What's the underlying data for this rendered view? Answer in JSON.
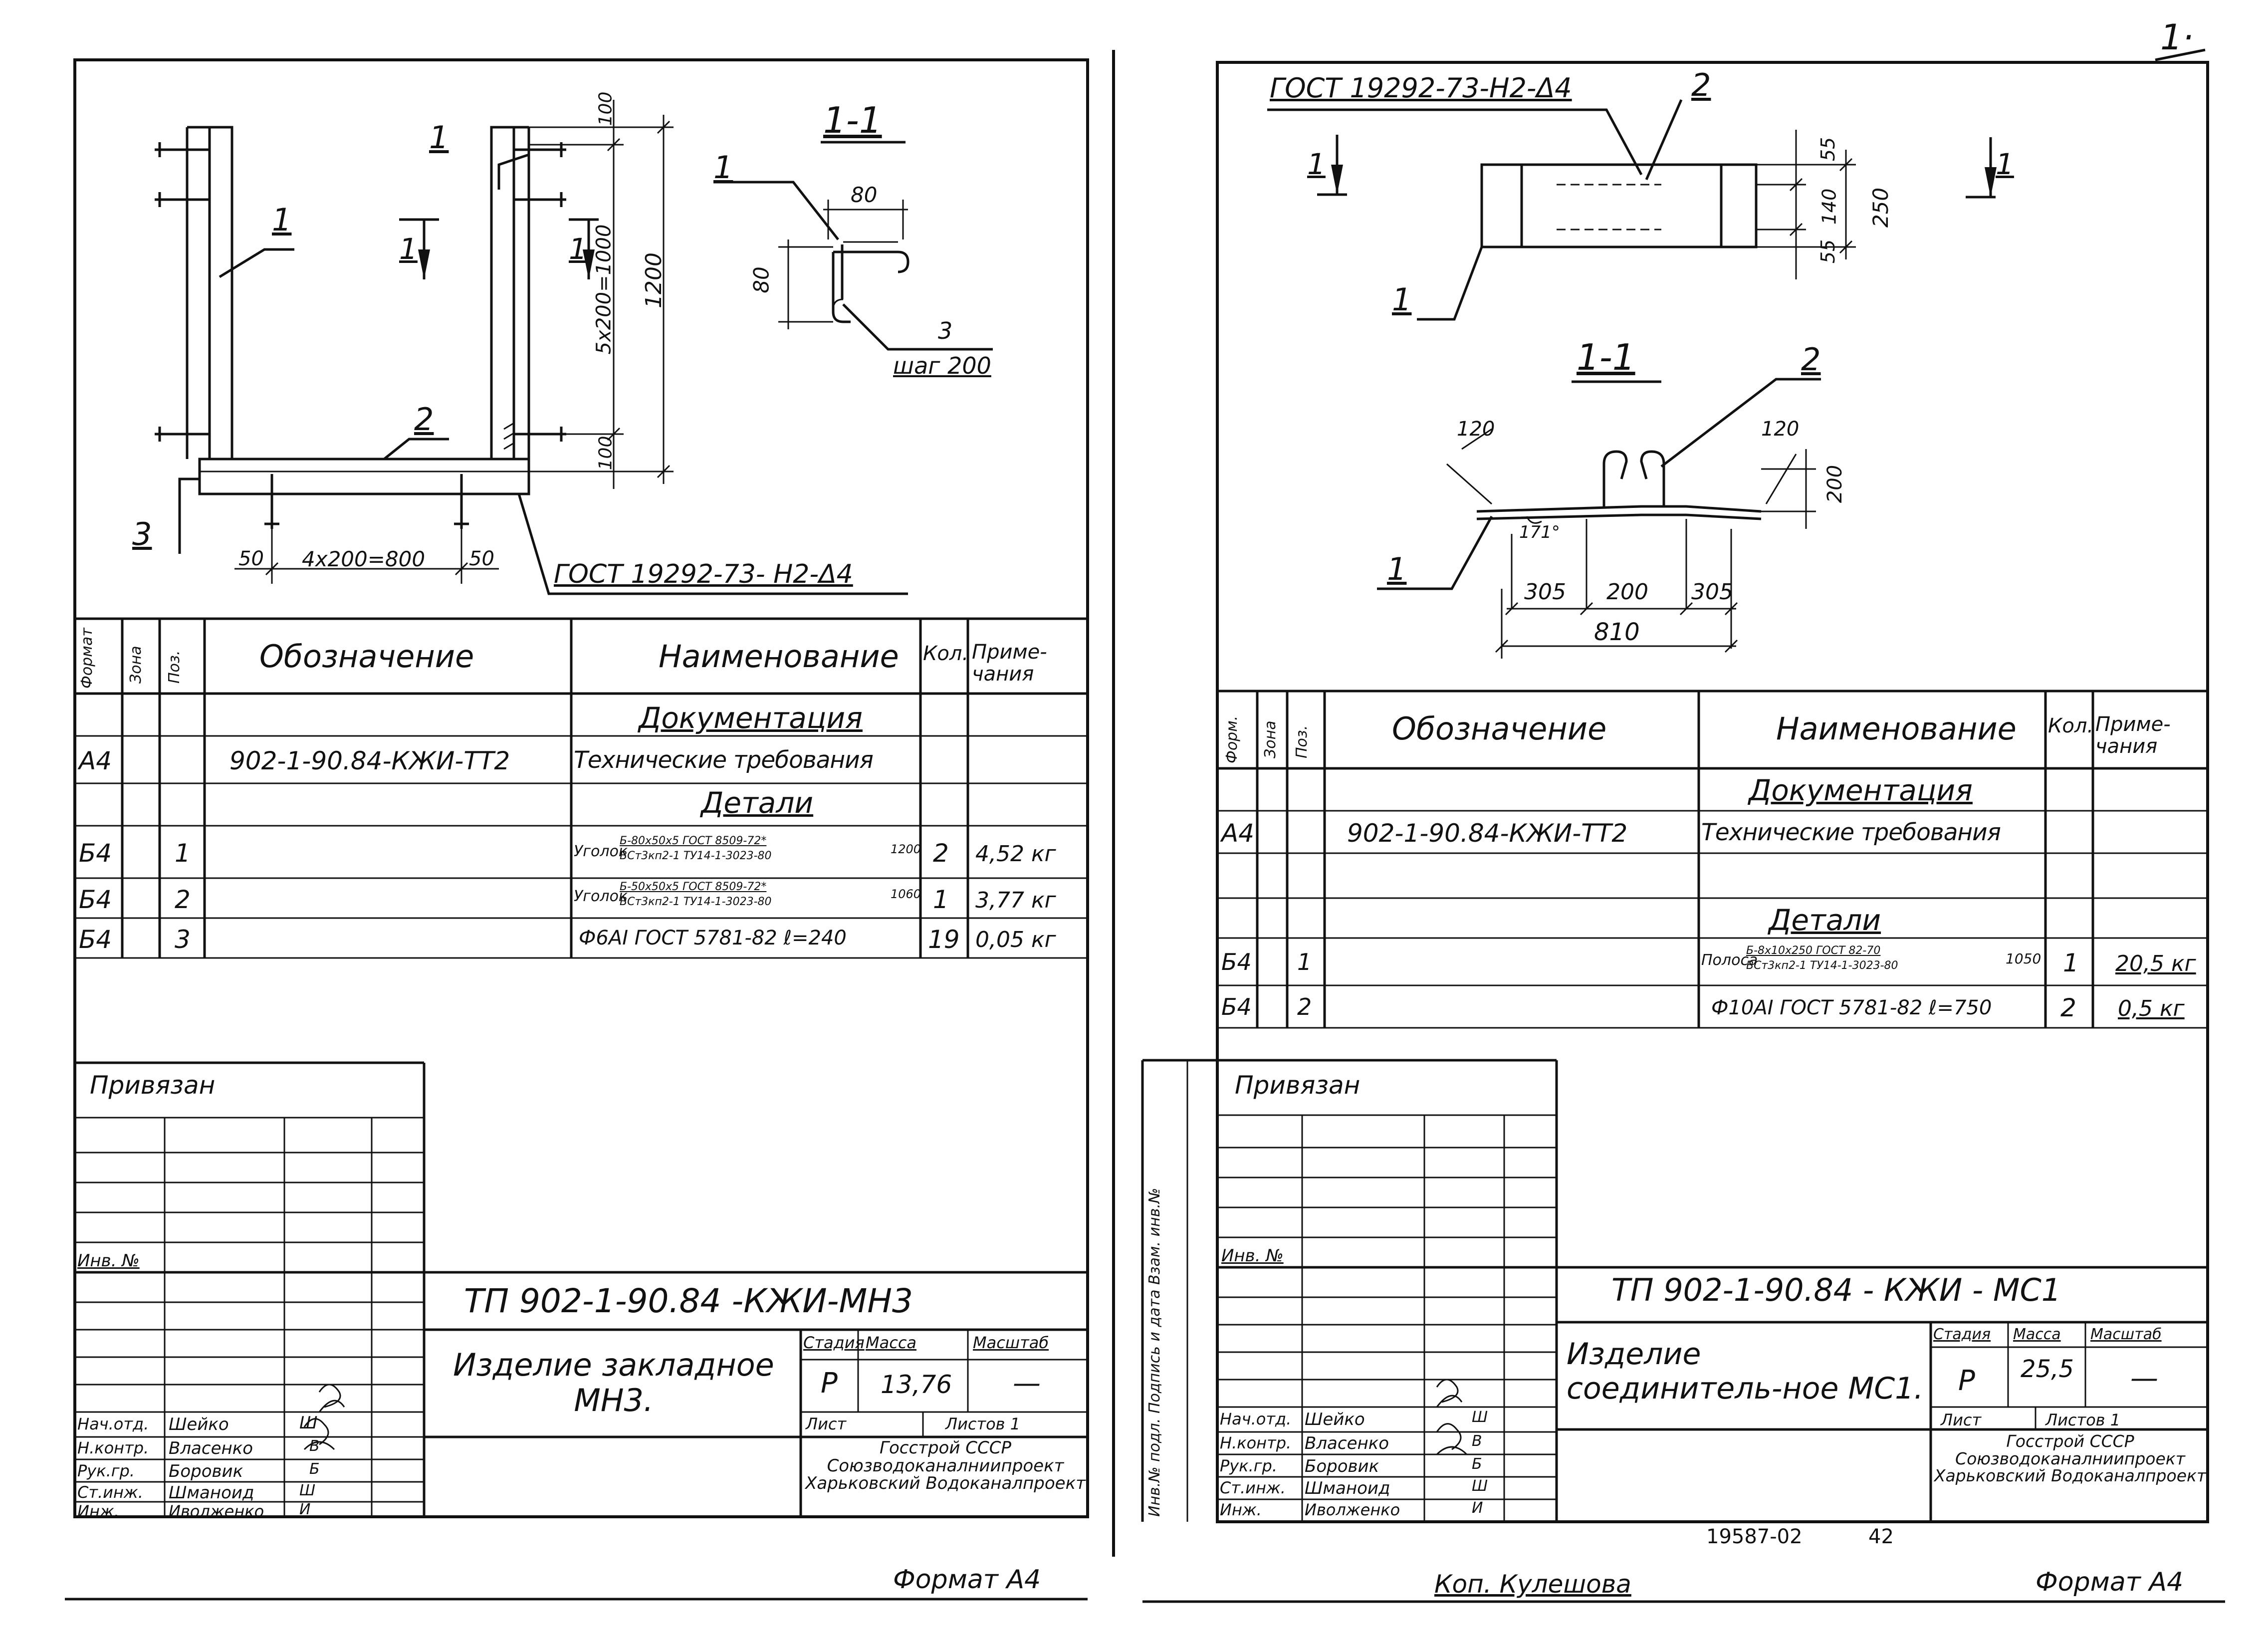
{
  "colors": {
    "ink": "#111111",
    "paper": "#ffffff"
  },
  "corner_mark": "1·",
  "left": {
    "drawing": {
      "label_pos1": "1",
      "label_pos2": "2",
      "label_pos3": "3",
      "section_mark": "1",
      "section_title": "1-1",
      "dim_100_top": "100",
      "dim_stack": "5x200=1000",
      "dim_1200": "1200",
      "dim_100_bottom": "100",
      "dim_50_left": "50",
      "dim_span": "4x200=800",
      "dim_50_right": "50",
      "dim_80_h": "80",
      "dim_80_v": "80",
      "pos3_step": "шаг 200",
      "weld_note": "ГОСТ 19292-73- Н2-Δ4"
    },
    "spec": {
      "headers": {
        "format": "Формат",
        "zone": "Зона",
        "pos": "Поз.",
        "designation": "Обозначение",
        "name": "Наименование",
        "qty": "Кол.",
        "note": "Приме-чания"
      },
      "section_docs": "Документация",
      "doc_format": "А4",
      "doc_designation": "902-1-90.84-КЖИ-ТТ2",
      "doc_name": "Технические требования",
      "section_parts": "Детали",
      "rows": [
        {
          "format": "Б4",
          "pos": "1",
          "name": "Уголок",
          "spec_top": "Б-80х50х5 ГОСТ 8509-72*",
          "spec_bottom": "ВСт3кп2-1 ТУ14-1-3023-80",
          "length": "1200",
          "qty": "2",
          "note": "4,52 кг"
        },
        {
          "format": "Б4",
          "pos": "2",
          "name": "Уголок",
          "spec_top": "Б-50х50х5 ГОСТ 8509-72*",
          "spec_bottom": "ВСт3кп2-1 ТУ14-1-3023-80",
          "length": "1060",
          "qty": "1",
          "note": "3,77 кг"
        },
        {
          "format": "Б4",
          "pos": "3",
          "name": "Ф6АI ГОСТ 5781-82 ℓ=240",
          "spec_top": "",
          "spec_bottom": "",
          "length": "",
          "qty": "19",
          "note": "0,05 кг"
        }
      ]
    },
    "stamp": {
      "privyazan": "Привязан",
      "inv_no": "Инв. №",
      "code": "ТП 902-1-90.84 -КЖИ-МН3",
      "title": "Изделие закладное МН3.",
      "stage_label": "Стадия",
      "mass_label": "Масса",
      "scale_label": "Масштаб",
      "stage": "Р",
      "mass": "13,76",
      "scale": "—",
      "sheet_label": "Лист",
      "sheets_label": "Листов 1",
      "org": "Госстрой СССР Союзводоканалниипроект Харьковский Водоканалпроект",
      "signers": [
        {
          "role": "Нач.отд.",
          "name": "Шейко",
          "sign": "Ш"
        },
        {
          "role": "Н.контр.",
          "name": "Власенко",
          "sign": "В"
        },
        {
          "role": "Рук.гр.",
          "name": "Боровик",
          "sign": "Б"
        },
        {
          "role": "Ст.инж.",
          "name": "Шманоид",
          "sign": "Ш"
        },
        {
          "role": "Инж.",
          "name": "Иволженко",
          "sign": "И"
        }
      ]
    },
    "format_label": "Формат А4"
  },
  "right": {
    "drawing": {
      "weld_note": "ГОСТ 19292-73-Н2-Δ4",
      "label_pos1": "1",
      "label_pos2": "2",
      "section_mark": "1",
      "section_title": "1-1",
      "dim_55_top": "55",
      "dim_140": "140",
      "dim_250": "250",
      "dim_55_bottom": "55",
      "dim_120_left": "120",
      "dim_120_right": "120",
      "dim_200_v": "200",
      "angle": "171°",
      "dim_305_left": "305",
      "dim_200_h": "200",
      "dim_305_right": "305",
      "dim_810": "810"
    },
    "spec": {
      "headers": {
        "format": "Форм.",
        "zone": "Зона",
        "pos": "Поз.",
        "designation": "Обозначение",
        "name": "Наименование",
        "qty": "Кол.",
        "note": "Приме-чания"
      },
      "section_docs": "Документация",
      "doc_format": "А4",
      "doc_designation": "902-1-90.84-КЖИ-ТТ2",
      "doc_name": "Технические требования",
      "section_parts": "Детали",
      "rows": [
        {
          "format": "Б4",
          "pos": "1",
          "name": "Полоса",
          "spec_top": "Б-8х10х250 ГОСТ 82-70",
          "spec_bottom": "ВСт3кп2-1 ТУ14-1-3023-80",
          "length": "1050",
          "qty": "1",
          "note": "20,5 кг"
        },
        {
          "format": "Б4",
          "pos": "2",
          "name": "Ф10АI ГОСТ 5781-82 ℓ=750",
          "spec_top": "",
          "spec_bottom": "",
          "length": "",
          "qty": "2",
          "note": "0,5 кг"
        }
      ]
    },
    "side_strip": "Инв.№ подл. Подпись и дата Взам. инв.№",
    "stamp": {
      "privyazan": "Привязан",
      "inv_no": "Инв. №",
      "code": "ТП 902-1-90.84 - КЖИ - МС1",
      "title": "Изделие соединитель-ное МС1.",
      "stage_label": "Стадия",
      "mass_label": "Масса",
      "scale_label": "Масштаб",
      "stage": "Р",
      "mass": "25,5",
      "scale": "—",
      "sheet_label": "Лист",
      "sheets_label": "Листов 1",
      "org": "Госстрой СССР Союзводоканалниипроект Харьковский Водоканалпроект",
      "signers": [
        {
          "role": "Нач.отд.",
          "name": "Шейко",
          "sign": "Ш"
        },
        {
          "role": "Н.контр.",
          "name": "Власенко",
          "sign": "В"
        },
        {
          "role": "Рук.гр.",
          "name": "Боровик",
          "sign": "Б"
        },
        {
          "role": "Ст.инж.",
          "name": "Шманоид",
          "sign": "Ш"
        },
        {
          "role": "Инж.",
          "name": "Иволженко",
          "sign": "И"
        }
      ]
    },
    "archive_no": "19587-02",
    "page_no": "42",
    "copied_by": "Коп. Кулешова",
    "format_label": "Формат А4"
  }
}
